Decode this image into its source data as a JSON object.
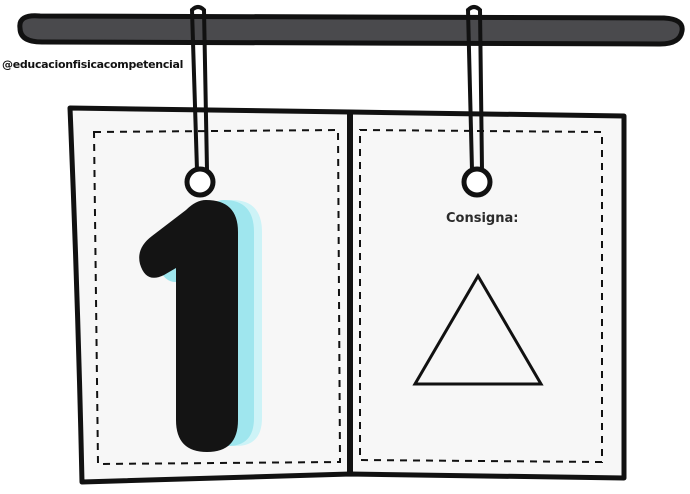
{
  "watermark": {
    "handle": "@educacionfisicacompetencial"
  },
  "card": {
    "number": "1",
    "consigna_label": "Consigna:",
    "shape": "triangle-outline-icon"
  },
  "colors": {
    "rod": "#4a4a4d",
    "outline": "#111111",
    "number_fill": "#141414",
    "number_shadow": "#9fe6ee",
    "number_shadow_light": "#cdf3f7",
    "paper": "#f7f7f7"
  }
}
